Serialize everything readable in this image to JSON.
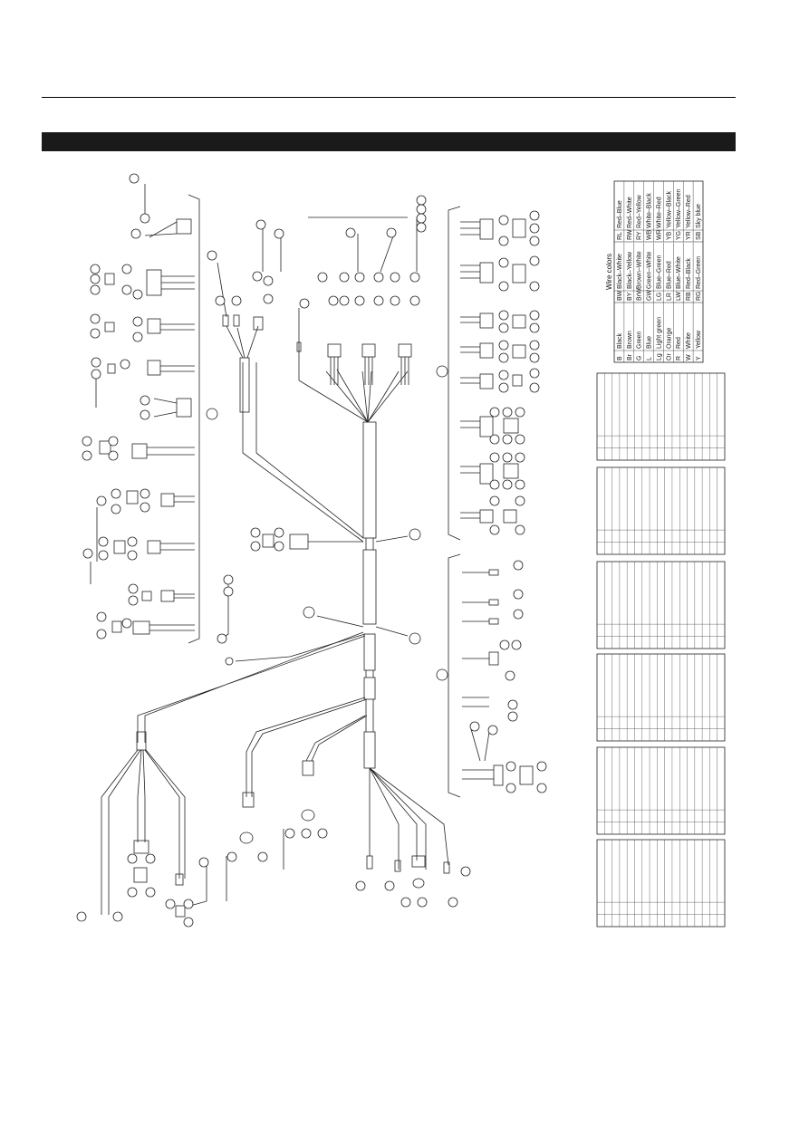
{
  "page": {
    "title_bar_text": ""
  },
  "wire_colors": {
    "title": "Wire colors",
    "columns": [
      [
        {
          "code": "B",
          "name": "Black"
        },
        {
          "code": "Br",
          "name": "Brown"
        },
        {
          "code": "G",
          "name": "Green"
        },
        {
          "code": "L",
          "name": "Blue"
        },
        {
          "code": "Lg",
          "name": "Light green"
        },
        {
          "code": "Or",
          "name": "Orange"
        },
        {
          "code": "R",
          "name": "Red"
        },
        {
          "code": "W",
          "name": "White"
        },
        {
          "code": "Y",
          "name": "Yellow"
        }
      ],
      [
        {
          "code": "BW",
          "name": "Black–White"
        },
        {
          "code": "BY",
          "name": "Black–Yellow"
        },
        {
          "code": "BrW",
          "name": "Brown–White"
        },
        {
          "code": "GW",
          "name": "Green–White"
        },
        {
          "code": "LG",
          "name": "Blue–Green"
        },
        {
          "code": "LR",
          "name": "Blue–Red"
        },
        {
          "code": "LW",
          "name": "Blue–White"
        },
        {
          "code": "RB",
          "name": "Red–Black"
        },
        {
          "code": "RG",
          "name": "Red–Green"
        }
      ],
      [
        {
          "code": "RL",
          "name": "Red–Blue"
        },
        {
          "code": "RW",
          "name": "Red–White"
        },
        {
          "code": "RY",
          "name": "Red–Yellow"
        },
        {
          "code": "WB",
          "name": "White–Black"
        },
        {
          "code": "WR",
          "name": "White–Red"
        },
        {
          "code": "YB",
          "name": "Yellow–Black"
        },
        {
          "code": "YG",
          "name": "Yellow–Green"
        },
        {
          "code": "YR",
          "name": "Yellow–Red"
        },
        {
          "code": "SB",
          "name": "Sky blue"
        }
      ]
    ]
  },
  "colors": {
    "line": "#222222",
    "title_bar": "#1a1a1a"
  }
}
